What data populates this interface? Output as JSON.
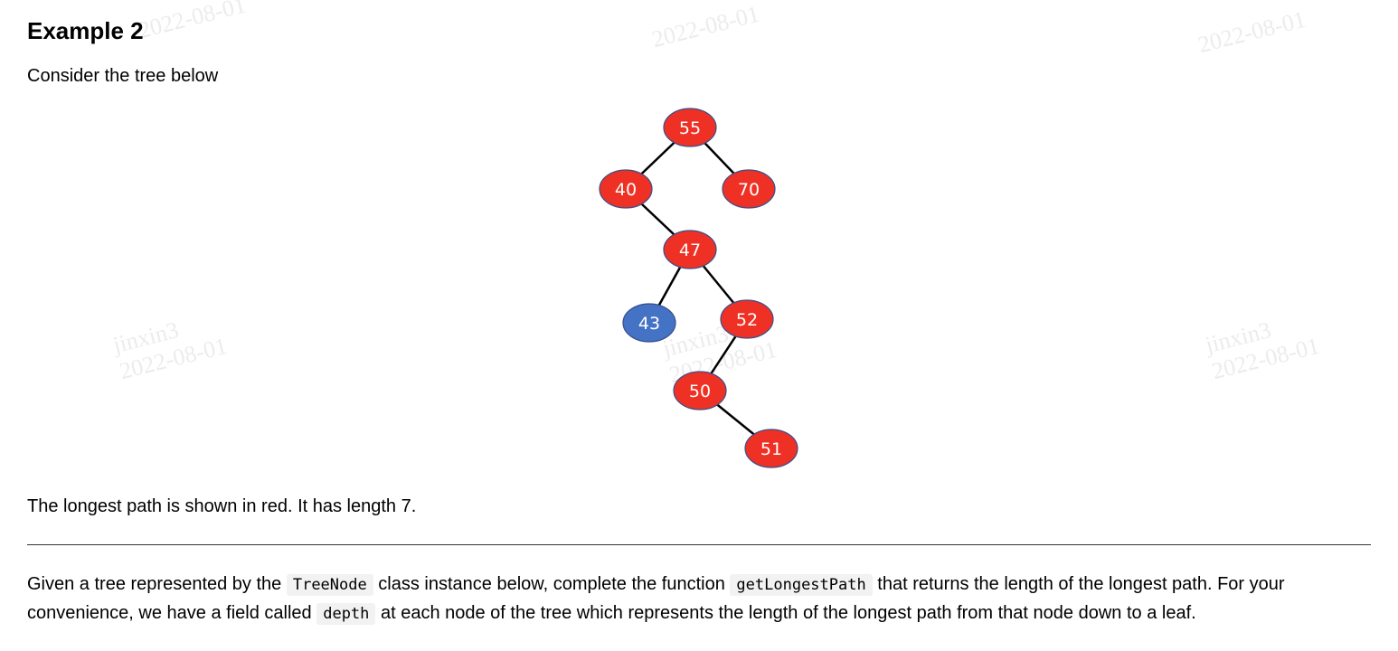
{
  "heading": "Example 2",
  "intro": "Consider the tree below",
  "caption": "The longest path is shown in red. It has length 7.",
  "description": {
    "part1": "Given a tree represented by the",
    "code1": "TreeNode",
    "part2": "class instance below, complete the function",
    "code2": "getLongestPath",
    "part3": "that returns the length of the longest path. For your convenience, we have a field called",
    "code3": "depth",
    "part4": "at each node of the tree which represents the length of the longest path from that node down to a leaf."
  },
  "watermarks": [
    {
      "line1": "2022-08-01",
      "line2": ""
    },
    {
      "line1": "2022-08-01",
      "line2": ""
    },
    {
      "line1": "2022-08-01",
      "line2": ""
    },
    {
      "line1": "jinxin3",
      "line2": "2022-08-01"
    },
    {
      "line1": "jinxin3",
      "line2": "2022-08-01"
    },
    {
      "line1": "jinxin3",
      "line2": "2022-08-01"
    }
  ],
  "tree": {
    "path_color": "#ee3124",
    "other_color": "#4472c4",
    "outline_color": "#3a4f8c",
    "edge_color": "#000000",
    "nodes": [
      {
        "id": "n55",
        "label": "55",
        "on_path": true
      },
      {
        "id": "n40",
        "label": "40",
        "on_path": true
      },
      {
        "id": "n70",
        "label": "70",
        "on_path": true
      },
      {
        "id": "n47",
        "label": "47",
        "on_path": true
      },
      {
        "id": "n43",
        "label": "43",
        "on_path": false
      },
      {
        "id": "n52",
        "label": "52",
        "on_path": true
      },
      {
        "id": "n50",
        "label": "50",
        "on_path": true
      },
      {
        "id": "n51",
        "label": "51",
        "on_path": true
      }
    ],
    "edges": [
      {
        "from": "n55",
        "to": "n40"
      },
      {
        "from": "n55",
        "to": "n70"
      },
      {
        "from": "n40",
        "to": "n47"
      },
      {
        "from": "n47",
        "to": "n43"
      },
      {
        "from": "n47",
        "to": "n52"
      },
      {
        "from": "n52",
        "to": "n50"
      },
      {
        "from": "n50",
        "to": "n51"
      }
    ]
  }
}
